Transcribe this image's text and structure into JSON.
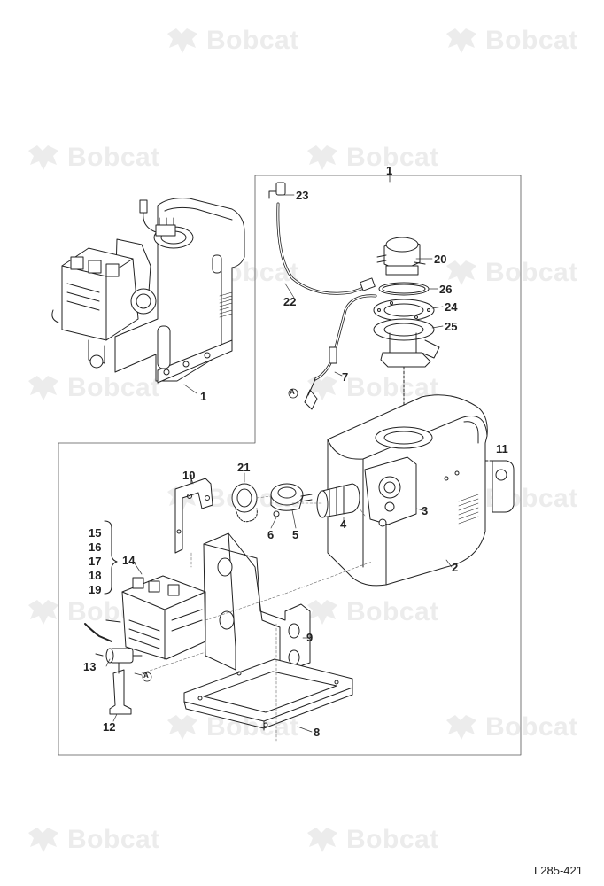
{
  "watermark": {
    "text": "Bobcat",
    "icon": "bobcat-logo-icon"
  },
  "callouts": {
    "c1_top": "1",
    "c1_left": "1",
    "c2": "2",
    "c3": "3",
    "c4": "4",
    "c5": "5",
    "c6": "6",
    "c7": "7",
    "c8": "8",
    "c9": "9",
    "c10": "10",
    "c11": "11",
    "c12": "12",
    "c13": "13",
    "c14": "14",
    "c15": "15",
    "c16": "16",
    "c17": "17",
    "c18": "18",
    "c19": "19",
    "c20": "20",
    "c21": "21",
    "c22": "22",
    "c23": "23",
    "c24": "24",
    "c25": "25",
    "c26": "26"
  },
  "markers": {
    "a_upper": "A",
    "a_lower": "A"
  },
  "drawing_code": "L285-421",
  "colors": {
    "line": "#222222",
    "watermark": "#ececec",
    "fill": "#ffffff"
  }
}
